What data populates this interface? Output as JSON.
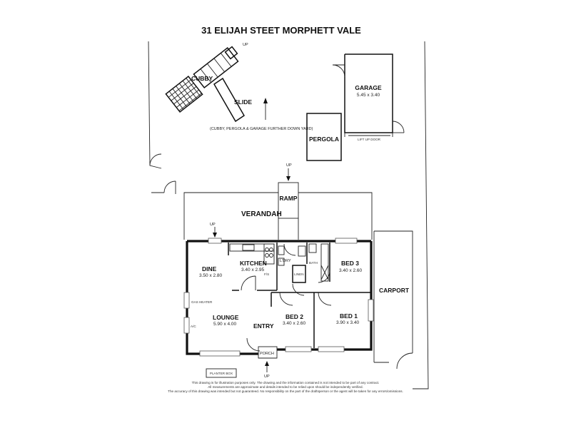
{
  "title": "31 ELIJAH STEET MORPHETT VALE",
  "outdoor": {
    "cubby": "CUBBY",
    "slide": "SLIDE",
    "up_cubby": "UP",
    "note": "(CUBBY, PERGOLA & GARAGE FURTHER DOWN YARD)",
    "garage": "GARAGE",
    "garage_dim": "5.45 x 3.40",
    "lift_door": "LIFT UP DOOR",
    "pergola": "PERGOLA",
    "up_ramp": "UP",
    "ramp": "RAMP",
    "verandah": "VERANDAH",
    "carport": "CARPORT"
  },
  "rooms": {
    "up_dine": "UP",
    "dine": "DINE",
    "dine_dim": "3.50 x 2.80",
    "kitchen": "KITCHEN",
    "kitchen_dim": "3.40 x 2.95",
    "fs": "F/S",
    "ldry": "L'DRY",
    "linen": "LINEN",
    "bath": "BATH",
    "bed3": "BED  3",
    "bed3_dim": "3.40 x 2.60",
    "gas_heater": "GAS HEATER",
    "ac": "A/C",
    "lounge": "LOUNGE",
    "lounge_dim": "5.90 x 4.00",
    "entry": "ENTRY",
    "bed2": "BED  2",
    "bed2_dim": "3.40 x 2.60",
    "bed1": "BED  1",
    "bed1_dim": "3.90 x 3.40",
    "porch": "PORCH",
    "up_porch": "UP"
  },
  "footer": {
    "planter": "PLANTER BOX",
    "disclaimer_1": "This drawing is for illustration purposes only. The drawing and the information contained is not intended to be part of any contract.",
    "disclaimer_2": "All measurements are approximate and details intended to be relied upon should be independently verified.",
    "disclaimer_3": "The accuracy of this drawing was intended but not guaranteed. No responsibility on the part of the draftsperson or the agent will be taken for any  errors/omissions."
  }
}
